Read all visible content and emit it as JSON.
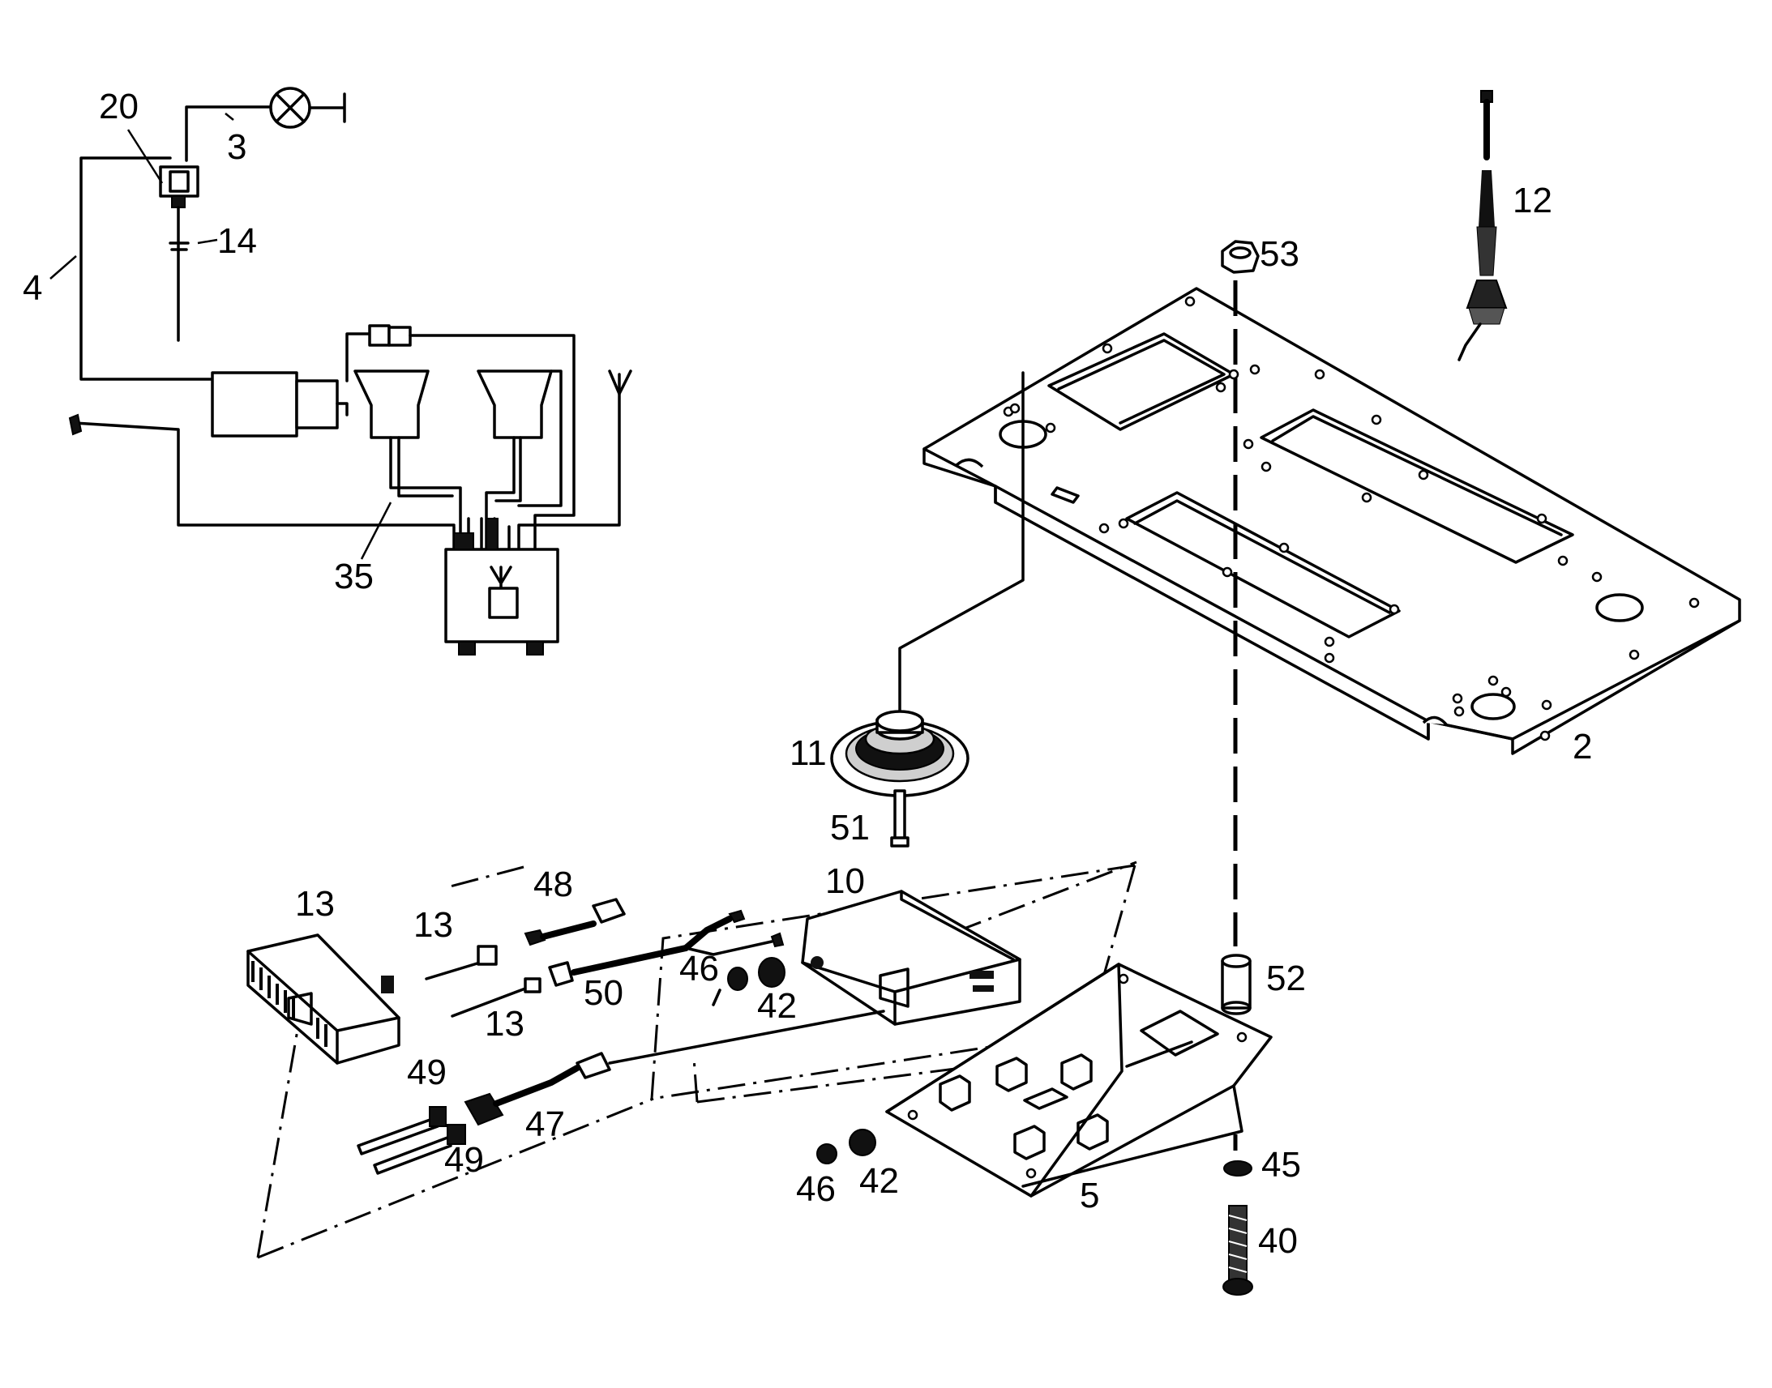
{
  "callouts": {
    "c20": "20",
    "c3": "3",
    "c14": "14",
    "c4": "4",
    "c35": "35",
    "c12": "12",
    "c53": "53",
    "c2": "2",
    "c11": "11",
    "c51": "51",
    "c10": "10",
    "c48": "48",
    "c13a": "13",
    "c13b": "13",
    "c13c": "13",
    "c50": "50",
    "c46a": "46",
    "c42a": "42",
    "c52": "52",
    "c49a": "49",
    "c49b": "49",
    "c47": "47",
    "c46b": "46",
    "c42b": "42",
    "c45": "45",
    "c5": "5",
    "c40": "40"
  }
}
